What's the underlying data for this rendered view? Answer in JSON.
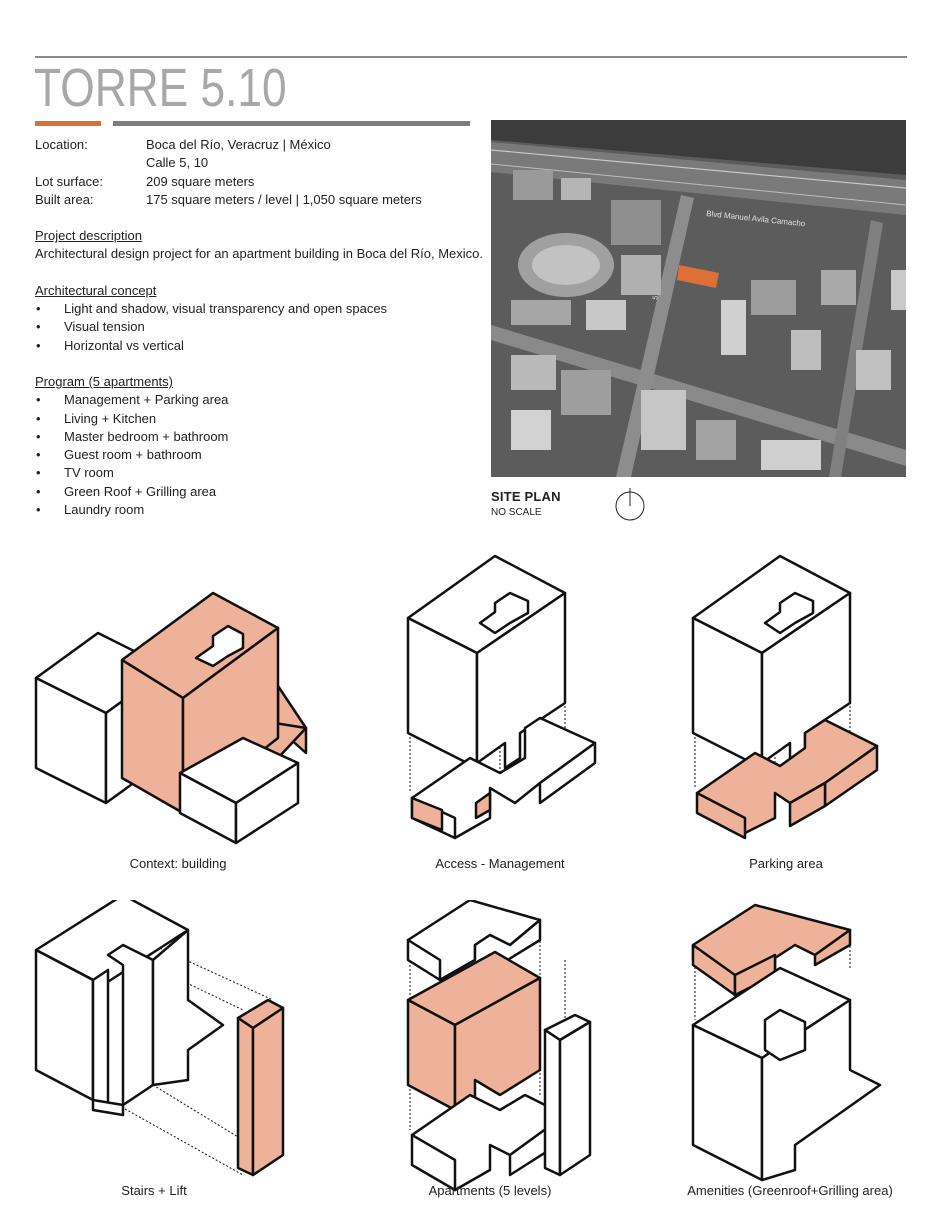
{
  "title": "TORRE 5.10",
  "info": {
    "location_label": "Location:",
    "location_value": "Boca del Río, Veracruz | México",
    "location_value_2": "Calle 5, 10",
    "lot_label": "Lot surface:",
    "lot_value": "209 square meters",
    "built_label": "Built area:",
    "built_value": "175 square meters / level | 1,050 square meters"
  },
  "project_description": {
    "heading": "Project description",
    "text": "Architectural design project for an apartment building in Boca del Río, Mexico."
  },
  "concept": {
    "heading": "Architectural concept",
    "items": [
      "Light and shadow, visual transparency and open spaces",
      "Visual tension",
      "Horizontal vs vertical"
    ]
  },
  "program": {
    "heading": "Program (5 apartments)",
    "items": [
      "Management + Parking area",
      "Living + Kitchen",
      "Master bedroom + bathroom",
      "Guest room  + bathroom",
      "TV room",
      "Green Roof + Grilling area",
      "Laundry room"
    ]
  },
  "bullet_glyph": "•",
  "site_plan": {
    "title": "SITE PLAN",
    "subtitle": "NO SCALE",
    "street_label": "Blvd Manuel Avila Camacho",
    "street_number": "5"
  },
  "diagrams": [
    {
      "caption": "Context: building"
    },
    {
      "caption": "Access - Management"
    },
    {
      "caption": "Parking area"
    },
    {
      "caption": "Stairs + Lift"
    },
    {
      "caption": "Apartments (5 levels)"
    },
    {
      "caption": "Amenities (Greenroof+Grilling area)"
    }
  ],
  "colors": {
    "accent": "#dd6f38",
    "highlight": "#eeb199",
    "rule": "#8a8a8a"
  }
}
